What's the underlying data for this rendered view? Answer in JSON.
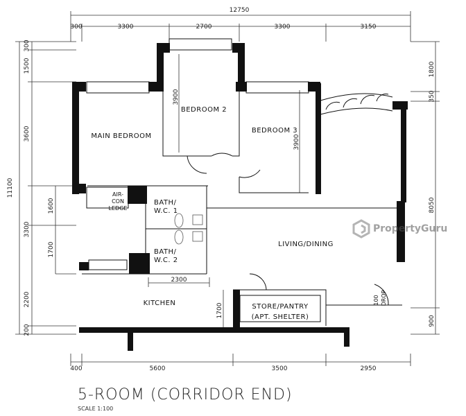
{
  "dimensions": {
    "top_total": "12750",
    "top": [
      "300",
      "3300",
      "2700",
      "3300",
      "3150"
    ],
    "bottom": [
      "400",
      "5600",
      "3500",
      "2950"
    ],
    "left_total": "11100",
    "left": [
      "300",
      "1500",
      "3600",
      "1600",
      "1700",
      "3300",
      "2200",
      "200"
    ],
    "right": [
      "1800",
      "350",
      "8050",
      "900"
    ],
    "inner": [
      "3900",
      "3900",
      "2300",
      "1700"
    ]
  },
  "rooms": {
    "main_bedroom": "MAIN BEDROOM",
    "bedroom_2": "BEDROOM 2",
    "bedroom_3": "BEDROOM 3",
    "aircon_1": "AIR-",
    "aircon_2": "CON",
    "aircon_3": "LEDGE",
    "bath1_1": "BATH/",
    "bath1_2": "W.C. 1",
    "bath2_1": "BATH/",
    "bath2_2": "W.C. 2",
    "living": "LIVING/DINING",
    "kitchen": "KITCHEN",
    "store_1": "STORE/PANTRY",
    "store_2": "(APT. SHELTER)",
    "refuse_1": "100",
    "refuse_2": "DROP"
  },
  "title": "5-ROOM (CORRIDOR END)",
  "scale": "SCALE   1:100",
  "watermark": "PropertyGuru",
  "colors": {
    "wall": "#111111",
    "line": "#333333",
    "watermark": "#777777"
  }
}
